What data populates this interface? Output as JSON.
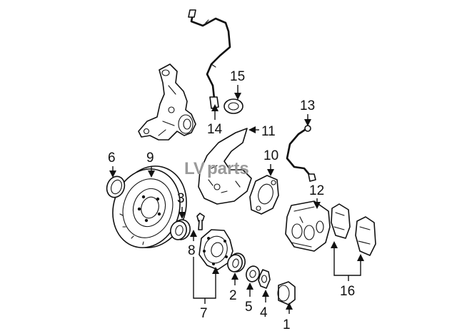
{
  "watermark": {
    "mark": "LV",
    "text": "parts"
  },
  "callouts": {
    "c1": "1",
    "c2": "2",
    "c3": "3",
    "c4": "4",
    "c5": "5",
    "c6": "6",
    "c7": "7",
    "c8": "8",
    "c9": "9",
    "c10": "10",
    "c11": "11",
    "c12": "12",
    "c13": "13",
    "c14": "14",
    "c15": "15",
    "c16": "16"
  },
  "colors": {
    "line": "#111111",
    "background": "#ffffff",
    "watermark": "#9a9a9a"
  }
}
